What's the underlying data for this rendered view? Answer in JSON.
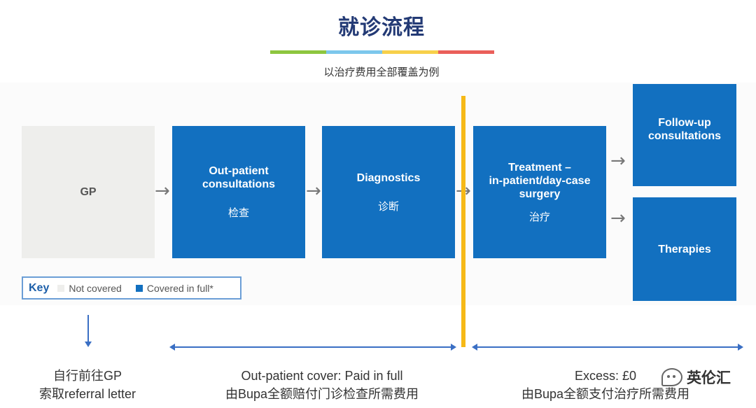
{
  "header": {
    "title": "就诊流程",
    "subtitle": "以治疗费用全部覆盖为例",
    "bar_colors": [
      "#8dc63f",
      "#7cc7ec",
      "#f7d04a",
      "#ea5f5a"
    ]
  },
  "boxes": [
    {
      "id": "gp",
      "label": "GP",
      "sub": "",
      "covered": false
    },
    {
      "id": "outpatient",
      "label": "Out-patient\nconsultations",
      "sub": "检查",
      "covered": true
    },
    {
      "id": "diagnostics",
      "label": "Diagnostics",
      "sub": "诊断",
      "covered": true
    },
    {
      "id": "treatment",
      "label": "Treatment –\nin-patient/day-case\nsurgery",
      "sub": "治疗",
      "covered": true
    },
    {
      "id": "followup",
      "label": "Follow-up\nconsultations",
      "sub": "",
      "covered": true
    },
    {
      "id": "therapies",
      "label": "Therapies",
      "sub": "",
      "covered": true
    }
  ],
  "key": {
    "title": "Key",
    "not_covered": "Not covered",
    "covered": "Covered in full*",
    "not_covered_color": "#eeeeec",
    "covered_color": "#1270c0"
  },
  "captions": {
    "gp_line1": "自行前往GP",
    "gp_line2": "索取referral letter",
    "outpatient_line1": "Out-patient cover: Paid in full",
    "outpatient_line2": "由Bupa全额赔付门诊检查所需费用",
    "excess_line1": "Excess: £0",
    "excess_line2": "由Bupa全额支付治疗所需费用"
  },
  "watermark": "英伦汇",
  "icons": {
    "arrow": "right-arrow-icon",
    "watermark": "wechat-icon"
  }
}
